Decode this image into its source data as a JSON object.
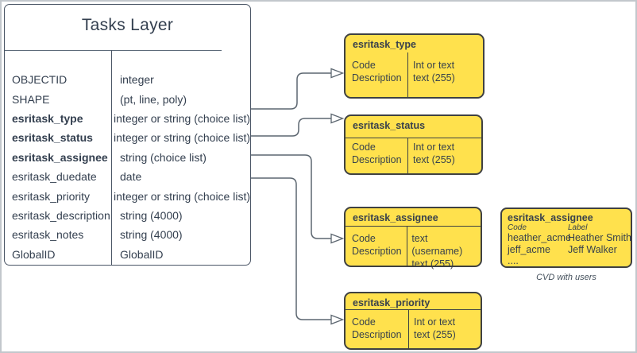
{
  "diagram": {
    "table": {
      "title": "Tasks Layer",
      "fields": [
        {
          "name": "OBJECTID",
          "type": "integer"
        },
        {
          "name": "SHAPE",
          "type": "(pt, line, poly)"
        },
        {
          "name": "esritask_type",
          "type": "integer or string (choice list)"
        },
        {
          "name": "esritask_status",
          "type": "integer or string (choice list)"
        },
        {
          "name": "esritask_assignee",
          "type": "string (choice list)"
        },
        {
          "name": "esritask_duedate",
          "type": "date"
        },
        {
          "name": "esritask_priority",
          "type": "integer or string (choice list)"
        },
        {
          "name": "esritask_description",
          "type": "string (4000)"
        },
        {
          "name": "esritask_notes",
          "type": "string (4000)"
        },
        {
          "name": "GlobalID",
          "type": "GlobalID"
        }
      ]
    },
    "choice_boxes": [
      {
        "title": "esritask_type",
        "left": [
          "Code",
          "Description"
        ],
        "right": [
          "Int or text",
          "text (255)"
        ]
      },
      {
        "title": "esritask_status",
        "left": [
          "Code",
          "Description"
        ],
        "right": [
          "Int or text",
          "text (255)"
        ]
      },
      {
        "title": "esritask_assignee",
        "left": [
          "Code",
          "Description"
        ],
        "right": [
          "text  (username)",
          "text (255)"
        ]
      },
      {
        "title": "esritask_priority",
        "left": [
          "Code",
          "Description"
        ],
        "right": [
          "Int or text",
          "text (255)"
        ]
      }
    ],
    "cvd_box": {
      "title": "esritask_assignee",
      "col_headers": [
        "Code",
        "Label"
      ],
      "rows": [
        [
          "heather_acme",
          "Heather Smith"
        ],
        [
          "jeff_acme",
          "Jeff Walker"
        ],
        [
          "....",
          ""
        ]
      ],
      "caption": "CVD with users"
    },
    "colors": {
      "box_fill": "#ffe14d",
      "box_border": "#3f4142",
      "table_border": "#4a5565",
      "connector": "#5c6670",
      "text": "#333f4f"
    }
  }
}
